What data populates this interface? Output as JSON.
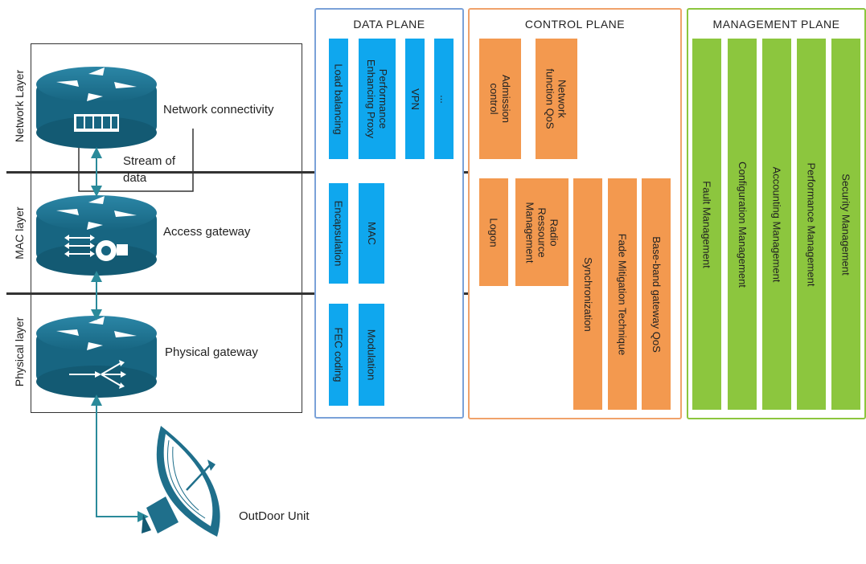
{
  "layers": {
    "network": "Network Layer",
    "mac": "MAC layer",
    "physical": "Physical layer"
  },
  "devices": {
    "network": "Network connectivity",
    "stream": "Stream of\ndata",
    "access": "Access gateway",
    "physical": "Physical gateway",
    "odu": "OutDoor Unit"
  },
  "planes": {
    "data": {
      "title": "DATA PLANE",
      "network_items": [
        "Load balancing",
        "Performance\nEnhancing Proxy",
        "VPN",
        "..."
      ],
      "mac_items": [
        "Encapsulation",
        "MAC"
      ],
      "physical_items": [
        "FEC coding",
        "Modulation"
      ]
    },
    "control": {
      "title": "CONTROL PLANE",
      "network_items": [
        "Admission\ncontrol",
        "Network\nfunction QoS"
      ],
      "mac_items": [
        "Logon",
        "Radio\nRessource\nManagement"
      ],
      "spanning_items": [
        "Synchronization",
        "Fade Mitigation Technique",
        "Base-band gateway QoS"
      ]
    },
    "management": {
      "title": "MANAGEMENT PLANE",
      "items": [
        "Fault Management",
        "Configuration Management",
        "Accounting Management",
        "Performance Management",
        "Security Management"
      ]
    }
  },
  "colors": {
    "data": "#0fa7ee",
    "control": "#f3994f",
    "management": "#8cc63e",
    "data_border": "#7aa1d8",
    "control_border": "#f0a26a",
    "management_border": "#8cc63e",
    "device": "#1f6f8b",
    "arrow": "#2a8a9a"
  },
  "icons": {
    "router": "router-icon",
    "dish": "satellite-dish-icon"
  }
}
